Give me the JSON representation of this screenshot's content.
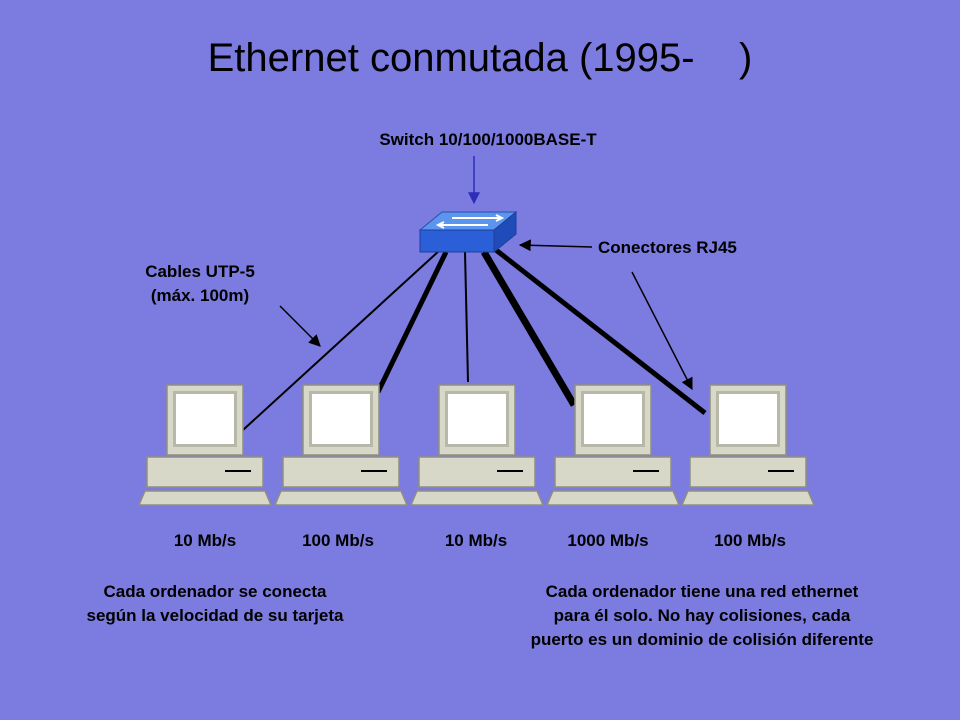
{
  "slide": {
    "title": "Ethernet conmutada (1995-    )"
  },
  "labels": {
    "switch": "Switch 10/100/1000BASE-T",
    "connectors": "Conectores RJ45",
    "cables_line1": "Cables UTP-5",
    "cables_line2": "(máx. 100m)"
  },
  "computers": [
    {
      "speed": "10 Mb/s"
    },
    {
      "speed": "100 Mb/s"
    },
    {
      "speed": "10 Mb/s"
    },
    {
      "speed": "1000 Mb/s"
    },
    {
      "speed": "100 Mb/s"
    }
  ],
  "notes": {
    "left_line1": "Cada ordenador se conecta",
    "left_line2": "según la velocidad de su tarjeta",
    "right_line1": "Cada ordenador tiene una red ethernet",
    "right_line2": "para él solo. No hay colisiones, cada",
    "right_line3": "puerto es un dominio de colisión diferente"
  },
  "colors": {
    "background": "#7b7be0",
    "switch_top": "#4f86e8",
    "switch_front": "#2a5fd8",
    "pc_body": "#d8d8c8",
    "pc_shadow": "#8f8f80",
    "arrow": "#2d2db8"
  },
  "icons": [
    "switch-icon",
    "computer-icon"
  ]
}
